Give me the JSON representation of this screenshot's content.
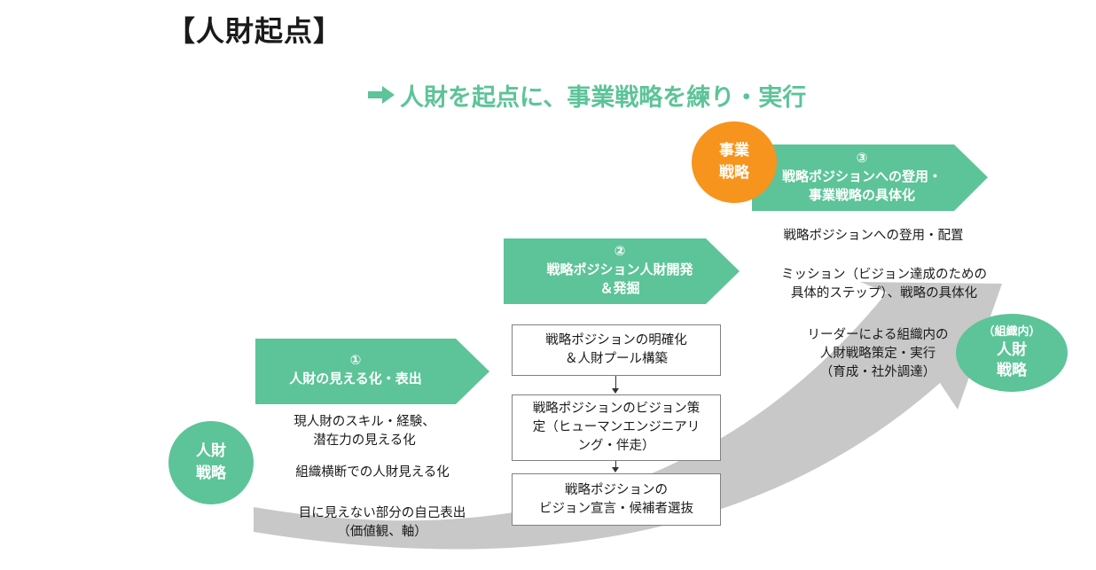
{
  "header": {
    "title": "【人財起点】",
    "subtitle": "人財を起点に、事業戦略を練り・実行"
  },
  "colors": {
    "green": "#5cc498",
    "orange": "#f7941d",
    "gray_arrow": "#c8c8c8"
  },
  "circles": {
    "hr_strategy": [
      "人財",
      "戦略"
    ],
    "business_strategy": [
      "事業",
      "戦略"
    ],
    "internal_hr_strategy": {
      "small": "（組織内）",
      "lines": [
        "人財",
        "戦略"
      ]
    }
  },
  "steps": [
    {
      "number": "①",
      "lines": [
        "人財の見える化・表出"
      ]
    },
    {
      "number": "②",
      "lines": [
        "戦略ポジション人財開発",
        "＆発掘"
      ]
    },
    {
      "number": "③",
      "lines": [
        "戦略ポジションへの登用・",
        "事業戦略の具体化"
      ]
    }
  ],
  "step1_items": {
    "a": [
      "現人財のスキル・経験、",
      "潜在力の見える化"
    ],
    "b": [
      "組織横断での人財見える化"
    ],
    "c": [
      "目に見えない部分の自己表出",
      "（価値観、軸）"
    ]
  },
  "step2_boxes": [
    [
      "戦略ポジションの明確化",
      "＆人財プール構築"
    ],
    [
      "戦略ポジションのビジョン策",
      "定（ヒューマンエンジニアリ",
      "ング・伴走）"
    ],
    [
      "戦略ポジションの",
      "ビジョン宣言・候補者選抜"
    ]
  ],
  "step3_items": {
    "a": [
      "戦略ポジションへの登用・配置"
    ],
    "b": [
      "ミッション（ビジョン達成のための",
      "具体的ステップ）、戦略の具体化"
    ],
    "c": [
      "リーダーによる組織内の",
      "人財戦略策定・実行",
      "（育成・社外調達）"
    ]
  }
}
